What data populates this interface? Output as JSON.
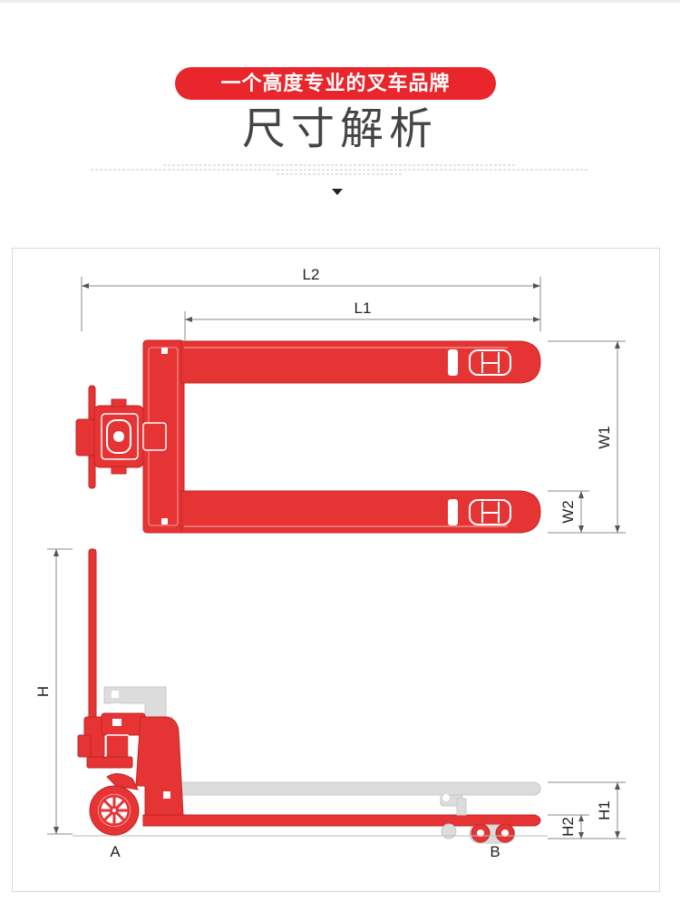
{
  "header": {
    "tagline": "一个高度专业的叉车品牌",
    "title": "尺寸解析"
  },
  "diagram": {
    "labels": {
      "l2": "L2",
      "l1": "L1",
      "w1": "W1",
      "w2": "W2",
      "h": "H",
      "h1": "H1",
      "h2": "H2",
      "a": "A",
      "b": "B"
    }
  },
  "colors": {
    "brand_red": "#e8262b",
    "body_red": "#e63434",
    "fork_grey": "#dcdcdc",
    "line_grey": "#888888"
  }
}
